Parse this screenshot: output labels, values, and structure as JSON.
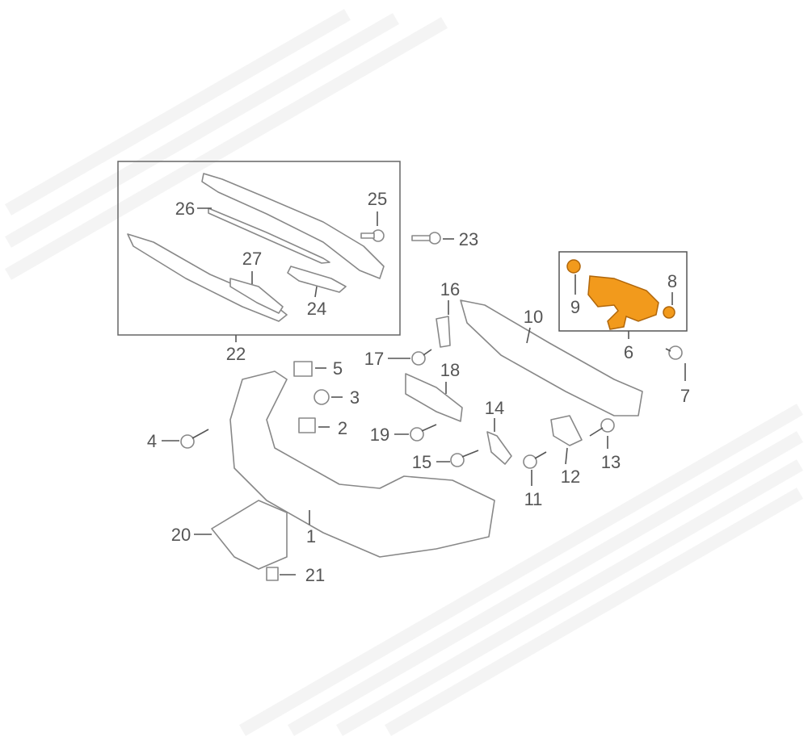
{
  "diagram": {
    "title_hidden": null,
    "highlight_color": "#f29a1c",
    "callouts": [
      "1",
      "2",
      "3",
      "4",
      "5",
      "6",
      "7",
      "8",
      "9",
      "10",
      "11",
      "12",
      "13",
      "14",
      "15",
      "16",
      "17",
      "18",
      "19",
      "20",
      "21",
      "22",
      "23",
      "24",
      "25",
      "26",
      "27"
    ]
  }
}
